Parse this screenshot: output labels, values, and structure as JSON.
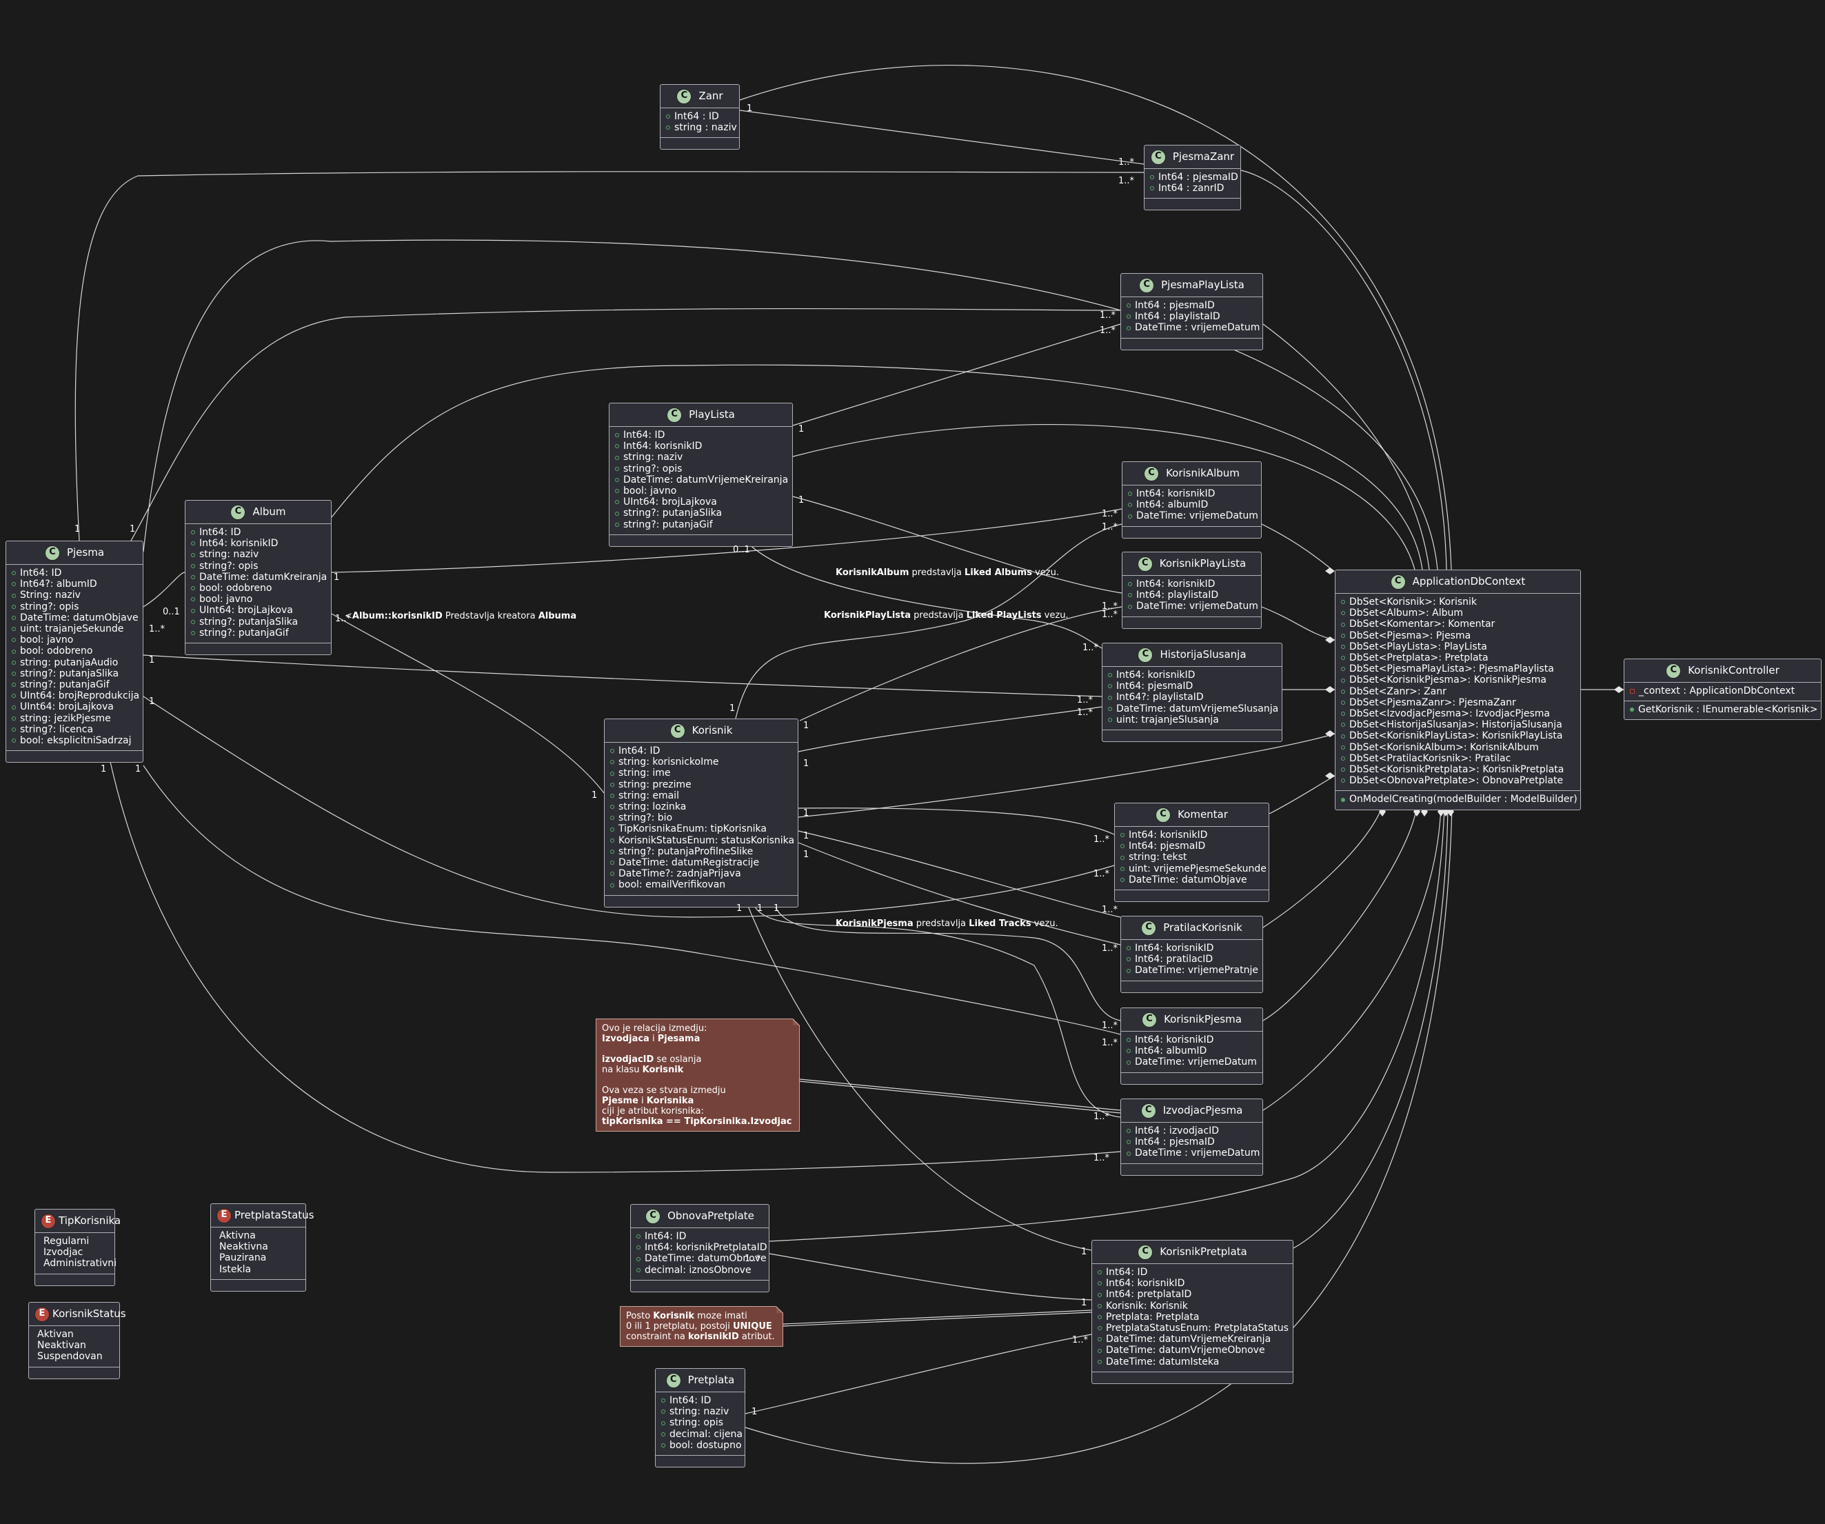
{
  "classes": {
    "zanr": {
      "name": "Zanr",
      "kind": "class",
      "attrs": [
        "Int64 : ID",
        "string : naziv"
      ]
    },
    "pjesmaZanr": {
      "name": "PjesmaZanr",
      "kind": "class",
      "attrs": [
        "Int64 : pjesmaID",
        "Int64 : zanrID"
      ]
    },
    "pjesmaPlayLista": {
      "name": "PjesmaPlayLista",
      "kind": "class",
      "attrs": [
        "Int64 : pjesmaID",
        "Int64 : playlistaID",
        "DateTime : vrijemeDatum"
      ]
    },
    "playLista": {
      "name": "PlayLista",
      "kind": "class",
      "attrs": [
        "Int64: ID",
        "Int64: korisnikID",
        "string: naziv",
        "string?: opis",
        "DateTime: datumVrijemeKreiranja",
        "bool: javno",
        "UInt64: brojLajkova",
        "string?: putanjaSlika",
        "string?: putanjaGif"
      ]
    },
    "korisnikAlbum": {
      "name": "KorisnikAlbum",
      "kind": "class",
      "attrs": [
        "Int64: korisnikID",
        "Int64: albumID",
        "DateTime: vrijemeDatum"
      ]
    },
    "korisnikPlayLista": {
      "name": "KorisnikPlayLista",
      "kind": "class",
      "attrs": [
        "Int64: korisnikID",
        "Int64: playlistaID",
        "DateTime: vrijemeDatum"
      ]
    },
    "historija": {
      "name": "HistorijaSlusanja",
      "kind": "class",
      "attrs": [
        "Int64: korisnikID",
        "Int64: pjesmaID",
        "Int64?: playlistaID",
        "DateTime: datumVrijemeSlusanja",
        "uint: trajanjeSlusanja"
      ]
    },
    "album": {
      "name": "Album",
      "kind": "class",
      "attrs": [
        "Int64: ID",
        "Int64: korisnikID",
        "string: naziv",
        "string?: opis",
        "DateTime: datumKreiranja",
        "bool: odobreno",
        "bool: javno",
        "UInt64: brojLajkova",
        "string?: putanjaSlika",
        "string?: putanjaGif"
      ]
    },
    "pjesma": {
      "name": "Pjesma",
      "kind": "class",
      "attrs": [
        "Int64: ID",
        "Int64?: albumID",
        "String: naziv",
        "string?: opis",
        "DateTime: datumObjave",
        "uint: trajanjeSekunde",
        "bool: javno",
        "bool: odobreno",
        "string: putanjaAudio",
        "string?: putanjaSlika",
        "string?: putanjaGif",
        "UInt64: brojReprodukcija",
        "UInt64: brojLajkova",
        "string: jezikPjesme",
        "string?: licenca",
        "bool: eksplicitniSadrzaj"
      ]
    },
    "korisnik": {
      "name": "Korisnik",
      "kind": "class",
      "attrs": [
        "Int64: ID",
        "string: korisnickoIme",
        "string: ime",
        "string: prezime",
        "string: email",
        "string: lozinka",
        "string?: bio",
        "TipKorisnikaEnum: tipKorisnika",
        "KorisnikStatusEnum: statusKorisnika",
        "string?: putanjaProfilneSlike",
        "DateTime: datumRegistracije",
        "DateTime?: zadnjaPrijava",
        "bool: emailVerifikovan"
      ]
    },
    "komentar": {
      "name": "Komentar",
      "kind": "class",
      "attrs": [
        "Int64: korisnikID",
        "Int64: pjesmaID",
        "string: tekst",
        "uint: vrijemePjesmeSekunde",
        "DateTime: datumObjave"
      ]
    },
    "pratilac": {
      "name": "PratilacKorisnik",
      "kind": "class",
      "attrs": [
        "Int64: korisnikID",
        "Int64: pratilacID",
        "DateTime: vrijemePratnje"
      ]
    },
    "korisnikPjesma": {
      "name": "KorisnikPjesma",
      "kind": "class",
      "attrs": [
        "Int64: korisnikID",
        "Int64: albumID",
        "DateTime: vrijemeDatum"
      ]
    },
    "izvodjacPjesma": {
      "name": "IzvodjacPjesma",
      "kind": "class",
      "attrs": [
        "Int64 : izvodjacID",
        "Int64 : pjesmaID",
        "DateTime : vrijemeDatum"
      ]
    },
    "obnova": {
      "name": "ObnovaPretplate",
      "kind": "class",
      "attrs": [
        "Int64: ID",
        "Int64: korisnikPretplataID",
        "DateTime: datumObnove",
        "decimal: iznosObnove"
      ]
    },
    "korisnikPretplata": {
      "name": "KorisnikPretplata",
      "kind": "class",
      "attrs": [
        "Int64: ID",
        "Int64: korisnikID",
        "Int64: pretplataID",
        "Korisnik: Korisnik",
        "Pretplata: Pretplata",
        "PretplataStatusEnum: PretplataStatus",
        "DateTime: datumVrijemeKreiranja",
        "DateTime: datumVrijemeObnove",
        "DateTime: datumIsteka"
      ]
    },
    "pretplata": {
      "name": "Pretplata",
      "kind": "class",
      "attrs": [
        "Int64: ID",
        "string: naziv",
        "string: opis",
        "decimal: cijena",
        "bool: dostupno"
      ]
    },
    "appDb": {
      "name": "ApplicationDbContext",
      "kind": "class",
      "attrs": [
        "DbSet<Korisnik>: Korisnik",
        "DbSet<Album>: Album",
        "DbSet<Komentar>: Komentar",
        "DbSet<Pjesma>: Pjesma",
        "DbSet<PlayLista>: PlayLista",
        "DbSet<Pretplata>: Pretplata",
        "DbSet<PjesmaPlayLista>: PjesmaPlaylista",
        "DbSet<KorisnikPjesma>: KorisnikPjesma",
        "DbSet<Zanr>: Zanr",
        "DbSet<PjesmaZanr>: PjesmaZanr",
        "DbSet<IzvodjacPjesma>: IzvodjacPjesma",
        "DbSet<HistorijaSlusanja>: HistorijaSlusanja",
        "DbSet<KorisnikPlayLista>: KorisnikPlayLista",
        "DbSet<KorisnikAlbum>: KorisnikAlbum",
        "DbSet<PratilacKorisnik>: Pratilac",
        "DbSet<KorisnikPretplata>: KorisnikPretplata",
        "DbSet<ObnovaPretplate>: ObnovaPretplate"
      ],
      "methods": [
        "OnModelCreating(modelBuilder : ModelBuilder)"
      ]
    },
    "controller": {
      "name": "KorisnikController",
      "kind": "class",
      "privAttrs": [
        "_context : ApplicationDbContext"
      ],
      "methods": [
        "GetKorisnik : IEnumerable<Korisnik>"
      ]
    }
  },
  "enums": {
    "tipKorisnika": {
      "name": "TipKorisnika",
      "values": [
        "Regularni",
        "Izvodjac",
        "Administrativni"
      ]
    },
    "pretplataStatus": {
      "name": "PretplataStatus",
      "values": [
        "Aktivna",
        "Neaktivna",
        "Pauzirana",
        "Istekla"
      ]
    },
    "korisnikStatus": {
      "name": "KorisnikStatus",
      "values": [
        "Aktivan",
        "Neaktivan",
        "Suspendovan"
      ]
    }
  },
  "notes": {
    "izvodjac": [
      [
        {
          "t": "Ovo je relacija izmedju:"
        }
      ],
      [
        {
          "t": "Izvodjaca",
          "b": true
        },
        {
          "t": " i "
        },
        {
          "t": "Pjesama",
          "b": true
        }
      ],
      [
        {
          "t": ""
        }
      ],
      [
        {
          "t": "izvodjacID",
          "b": true
        },
        {
          "t": " se oslanja"
        }
      ],
      [
        {
          "t": "na klasu "
        },
        {
          "t": "Korisnik",
          "b": true
        }
      ],
      [
        {
          "t": ""
        }
      ],
      [
        {
          "t": "Ova veza se stvara izmedju"
        }
      ],
      [
        {
          "t": "Pjesme",
          "b": true
        },
        {
          "t": " i "
        },
        {
          "t": "Korisnika",
          "b": true
        }
      ],
      [
        {
          "t": "ciji je atribut korisnika:"
        }
      ],
      [
        {
          "t": "tipKorisnika == TipKorsinika.Izvodjac",
          "b": true
        }
      ]
    ],
    "pretplata": [
      [
        {
          "t": "Posto "
        },
        {
          "t": "Korisnik",
          "b": true
        },
        {
          "t": " moze imati"
        }
      ],
      [
        {
          "t": "0 ili 1 pretplatu, postoji "
        },
        {
          "t": "UNIQUE",
          "b": true
        }
      ],
      [
        {
          "t": "constraint na "
        },
        {
          "t": "korisnikID",
          "b": true
        },
        {
          "t": " atribut."
        }
      ]
    ]
  },
  "edgeLabels": {
    "likedAlbums": [
      {
        "t": "KorisnikAlbum",
        "b": true
      },
      {
        "t": " predstavlja "
      },
      {
        "t": "Liked Albums",
        "b": true
      },
      {
        "t": " vezu."
      }
    ],
    "likedPlaylists": [
      {
        "t": "KorisnikPlayLista",
        "b": true
      },
      {
        "t": " predstavlja "
      },
      {
        "t": "Liked PlayLists",
        "b": true
      },
      {
        "t": " vezu."
      }
    ],
    "likedTracks": [
      {
        "t": "KorisnikPjesma",
        "b": true
      },
      {
        "t": " predstavlja "
      },
      {
        "t": "Liked Tracks",
        "b": true
      },
      {
        "t": " vezu."
      }
    ],
    "albumCreator": [
      {
        "t": "<"
      },
      {
        "t": "Album::korisnikID",
        "b": true
      },
      {
        "t": " Predstavlja kreatora "
      },
      {
        "t": "Albuma",
        "b": true
      }
    ]
  },
  "multiplicities": {
    "one": "1",
    "many": "1..*",
    "opt": "0..1"
  }
}
